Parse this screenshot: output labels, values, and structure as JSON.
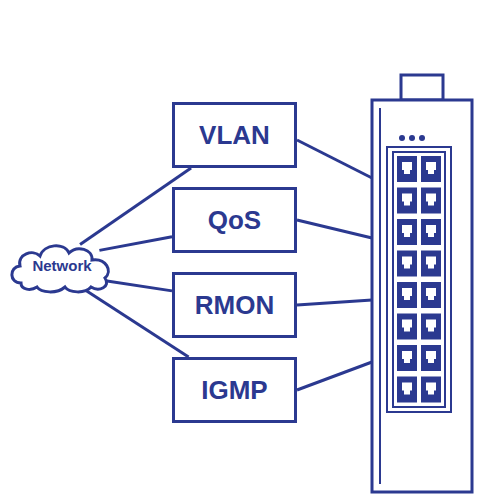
{
  "diagram": {
    "nodes": [
      {
        "text": [
          "Network"
        ]
      },
      {
        "text": [
          "VLAN"
        ]
      },
      {
        "text": [
          "QoS"
        ]
      },
      {
        "text": [
          "RMON"
        ]
      },
      {
        "text": [
          "IGMP"
        ]
      }
    ],
    "edges": [
      {
        "from": 0,
        "to": 1,
        "arrow": "none"
      },
      {
        "from": 0,
        "to": 2,
        "arrow": "none"
      },
      {
        "from": 0,
        "to": 3,
        "arrow": "none"
      },
      {
        "from": 0,
        "to": 4,
        "arrow": "none"
      }
    ]
  }
}
